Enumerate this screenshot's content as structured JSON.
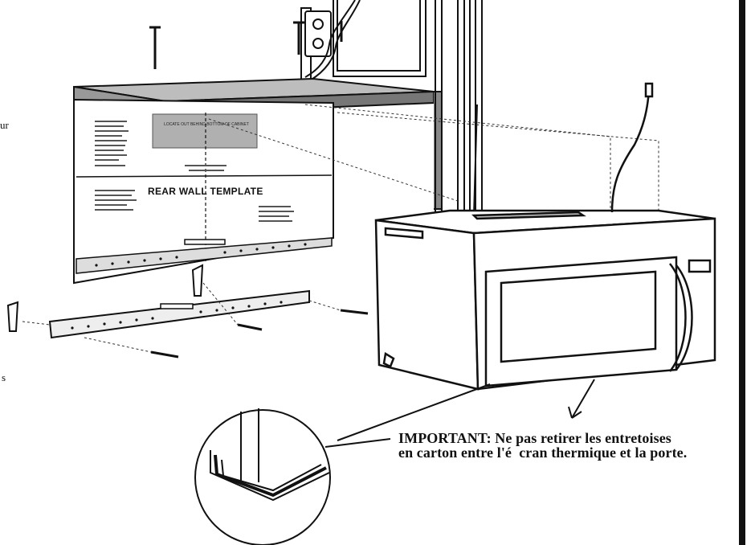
{
  "labels": {
    "edge_fragment_top": "ur",
    "edge_fragment_bottom": "s",
    "important_line1": "IMPORTANT: Ne pas retirer les entretoises",
    "important_line2": "en carton entre l'é  cran thermique et la porte."
  },
  "template": {
    "title": "REAR WALL TEMPLATE",
    "box_text": "LOCATE OUT BEHIND BOTTOM OF CABINET"
  }
}
